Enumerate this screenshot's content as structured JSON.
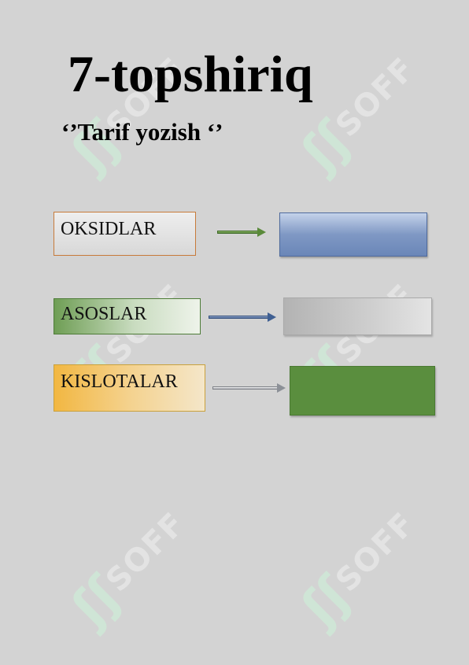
{
  "watermark": {
    "symbol": "ʃʃ",
    "text": "SOFF",
    "icon": "soff-logo-watermark"
  },
  "title": "7-topshiriq",
  "subtitle": "‘’Tarif yozish ‘’",
  "rows": [
    {
      "label": "OKSIDLAR",
      "answer": ""
    },
    {
      "label": "ASOSLAR",
      "answer": ""
    },
    {
      "label": "KISLOTALAR",
      "answer": ""
    }
  ],
  "colors": {
    "background": "#d3d3d3",
    "oksidlar_answer": "#7f98c4",
    "asoslar_answer": "#cfcfcf",
    "kislotalar_answer": "#5a8e3e"
  }
}
